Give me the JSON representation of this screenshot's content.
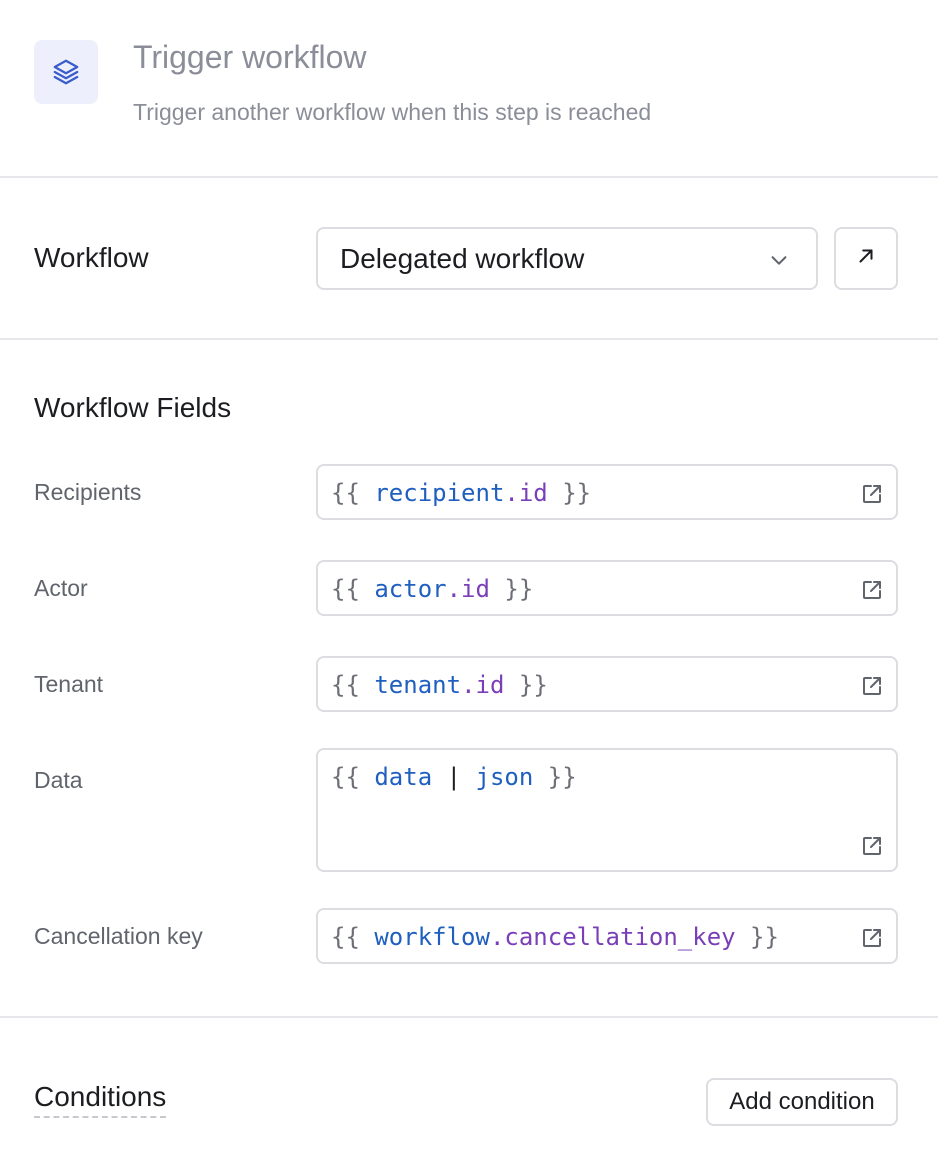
{
  "header": {
    "icon": "layers-icon",
    "title": "Trigger workflow",
    "subtitle": "Trigger another workflow when this step is reached"
  },
  "workflow": {
    "label": "Workflow",
    "selected": "Delegated workflow",
    "open_icon": "arrow-up-right-icon"
  },
  "fields_section": {
    "title": "Workflow Fields",
    "fields": [
      {
        "label": "Recipients",
        "open_brace": "{{",
        "var": "recipient",
        "prop": ".id",
        "close_brace": "}}"
      },
      {
        "label": "Actor",
        "open_brace": "{{",
        "var": "actor",
        "prop": ".id",
        "close_brace": "}}"
      },
      {
        "label": "Tenant",
        "open_brace": "{{",
        "var": "tenant",
        "prop": ".id",
        "close_brace": "}}"
      },
      {
        "label": "Data",
        "open_brace": "{{",
        "var": "data",
        "pipe": "|",
        "filter": "json",
        "close_brace": "}}"
      },
      {
        "label": "Cancellation key",
        "open_brace": "{{",
        "var": "workflow",
        "prop": ".cancellation_key",
        "close_brace": "}}"
      }
    ]
  },
  "conditions": {
    "title": "Conditions",
    "add_label": "Add condition"
  },
  "colors": {
    "icon_bg": "#edf0fc",
    "icon_stroke": "#3a5ccc",
    "var": "#1f5fbf",
    "prop": "#7a3fb8"
  }
}
